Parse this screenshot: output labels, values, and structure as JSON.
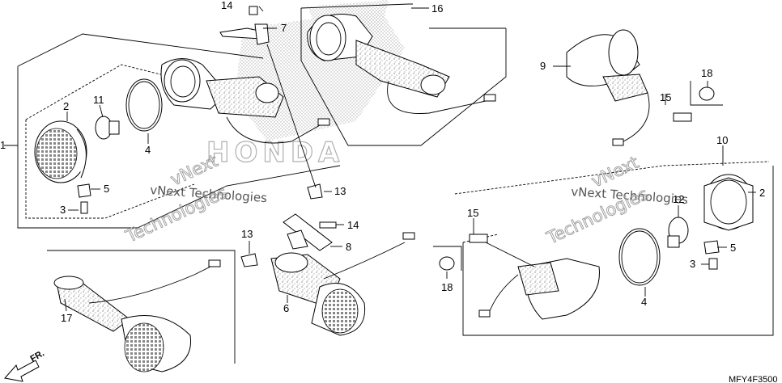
{
  "watermark": {
    "line1": "vNext Technologies",
    "outline1": "vNext",
    "outline2": "Technologies"
  },
  "diagram_code": "MFY4F3500",
  "direction_label": "FR.",
  "brand_mark": "HONDA",
  "callouts": {
    "c1": "1",
    "c2_left": "2",
    "c2_right": "2",
    "c3_left": "3",
    "c3_right": "3",
    "c4_left": "4",
    "c4_right": "4",
    "c5_left": "5",
    "c5_right": "5",
    "c6": "6",
    "c7": "7",
    "c8": "8",
    "c9": "9",
    "c10": "10",
    "c11": "11",
    "c12": "12",
    "c13_top": "13",
    "c13_bottom": "13",
    "c14_top": "14",
    "c14_bottom": "14",
    "c15_top": "15",
    "c15_left": "15",
    "c16": "16",
    "c17": "17",
    "c18_top": "18",
    "c18_bottom": "18"
  }
}
